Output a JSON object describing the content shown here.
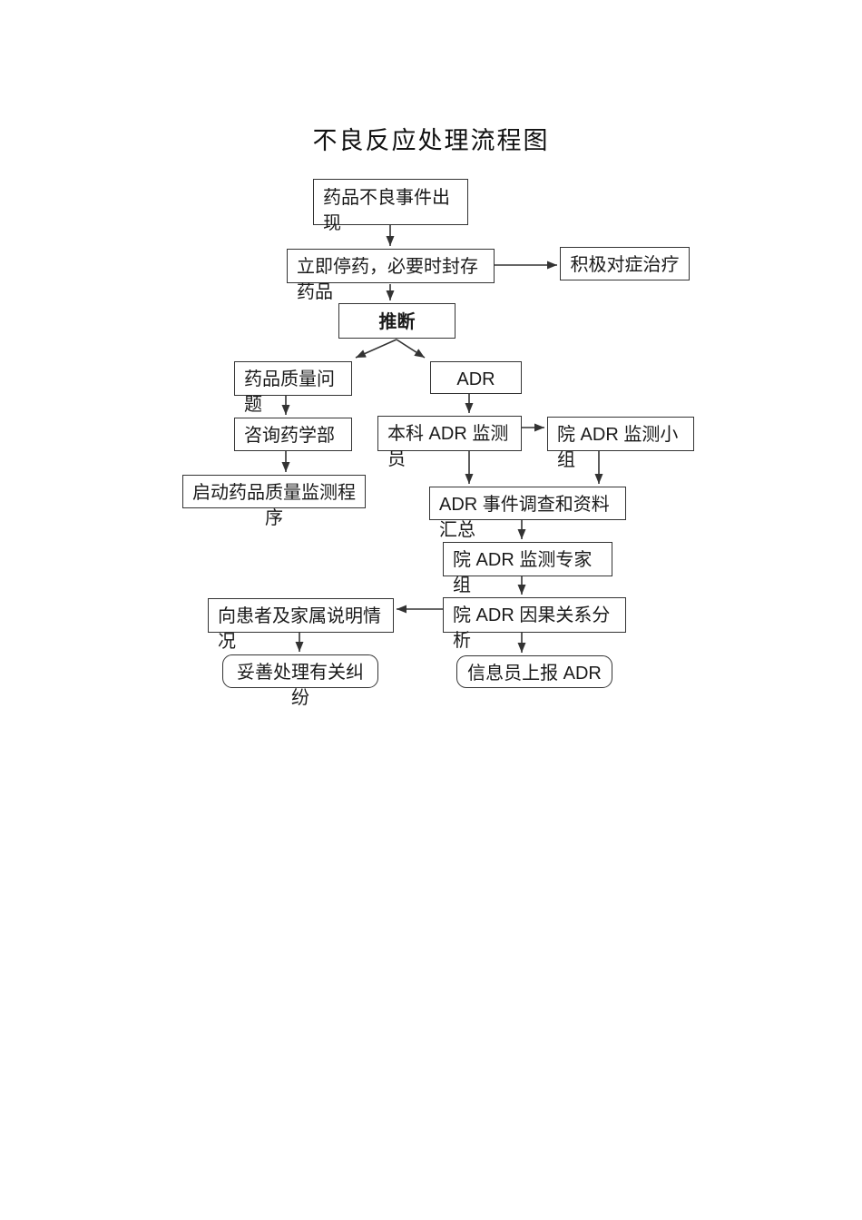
{
  "title": "不良反应处理流程图",
  "colors": {
    "background": "#ffffff",
    "line": "#333333",
    "box_border": "#333333",
    "text": "#1a1a1a"
  },
  "nodes": {
    "event": {
      "label": "药品不良事件出\n现"
    },
    "stop": {
      "label": "立即停药，必要时封存\n药品"
    },
    "treat": {
      "label": "积极对症治疗"
    },
    "infer": {
      "label": "推断"
    },
    "quality": {
      "label": "药品质量问\n题"
    },
    "adr": {
      "label": "ADR"
    },
    "consult": {
      "label": "咨询药学部"
    },
    "dept_monitor": {
      "label": "本科 ADR 监测\n员"
    },
    "hosp_group": {
      "label": "院 ADR 监测小\n组"
    },
    "launch": {
      "label": "启动药品质量监测程\n序"
    },
    "investigate": {
      "label": "ADR 事件调查和资料\n汇总"
    },
    "expert": {
      "label": "院 ADR 监测专家\n组"
    },
    "causal": {
      "label": "院 ADR 因果关系分\n析"
    },
    "inform": {
      "label": "向患者及家属说明情\n况"
    },
    "dispute": {
      "label": "妥善处理有关纠\n纷"
    },
    "report": {
      "label": "信息员上报 ADR"
    }
  }
}
